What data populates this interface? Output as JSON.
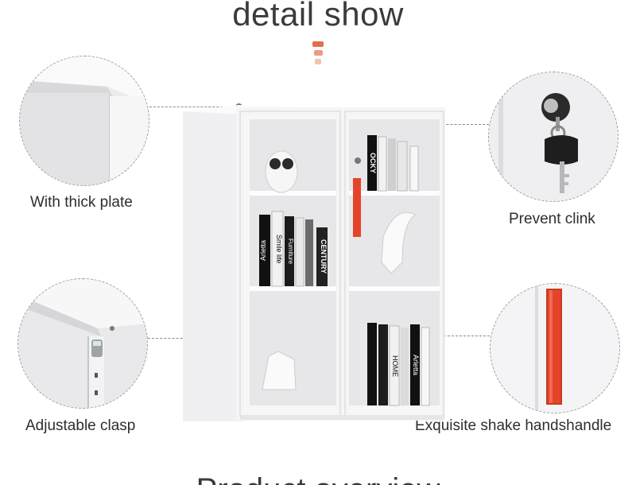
{
  "header": {
    "title": "detail show"
  },
  "callouts": {
    "top_left": "With thick plate",
    "top_right": "Prevent clink",
    "bottom_left": "Adjustable clasp",
    "bottom_right": "Exquisite shake handshandle"
  },
  "books": {
    "shelf2_a": "Arletta",
    "shelf2_b": "Smile life",
    "shelf2_c": "Furniture",
    "shelf2_d": "CENTURY",
    "shelf1_a": "OCKY",
    "shelf3_a": "HOME",
    "shelf3_b": "Arletta"
  },
  "colors": {
    "accent": "#e46f4e",
    "handle": "#e5442a"
  },
  "bottom_heading": {
    "partial": "Product overview"
  }
}
